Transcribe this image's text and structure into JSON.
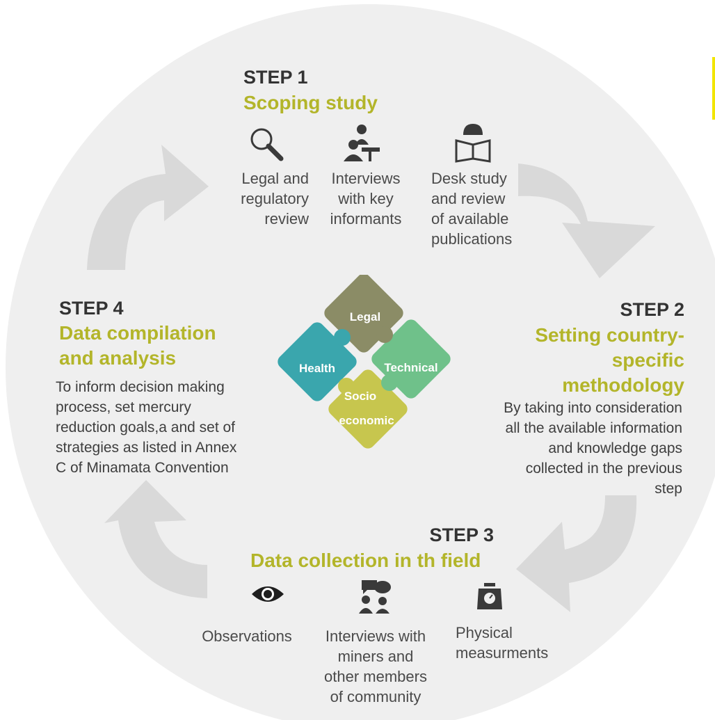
{
  "colors": {
    "accent": "#b3b52a",
    "circle": "#efefef",
    "arrow": "#d9d9d9",
    "legal": "#8b8c66",
    "technical": "#6fc18a",
    "health": "#3aa6ad",
    "socio": "#c7c64e",
    "yellow_bar": "#f2e500"
  },
  "step1": {
    "number": "STEP 1",
    "title": "Scoping study",
    "items": [
      {
        "icon": "magnifier-icon",
        "label": [
          "Legal and",
          "regulatory",
          "review"
        ]
      },
      {
        "icon": "interview-icon",
        "label": [
          "Interviews",
          "with key",
          "informants"
        ]
      },
      {
        "icon": "reading-person-icon",
        "label": [
          "Desk study",
          "and review",
          "of available",
          "publications"
        ]
      }
    ]
  },
  "step2": {
    "number": "STEP 2",
    "title": [
      "Setting country-",
      "specific",
      "methodology"
    ],
    "description": [
      "By taking into consideration",
      "all the available information",
      "and knowledge gaps",
      "collected in the previous",
      "step"
    ]
  },
  "step3": {
    "number": "STEP 3",
    "title": "Data collection in th field",
    "items": [
      {
        "icon": "eye-icon",
        "label": [
          "Observations"
        ]
      },
      {
        "icon": "conversation-icon",
        "label": [
          "Interviews with",
          "miners and",
          "other members",
          "of community"
        ]
      },
      {
        "icon": "scale-icon",
        "label": [
          "Physical",
          "measurments"
        ]
      }
    ]
  },
  "step4": {
    "number": "STEP 4",
    "title": [
      "Data compilation",
      "and analysis"
    ],
    "description": [
      "To inform decision making",
      "process, set mercury",
      "reduction goals,a and set of",
      "strategies as listed in Annex",
      "C of Minamata Convention"
    ]
  },
  "puzzle": {
    "legal": "Legal",
    "technical": "Technical",
    "health": "Health",
    "socio_1": "Socio",
    "socio_2": "economic"
  }
}
